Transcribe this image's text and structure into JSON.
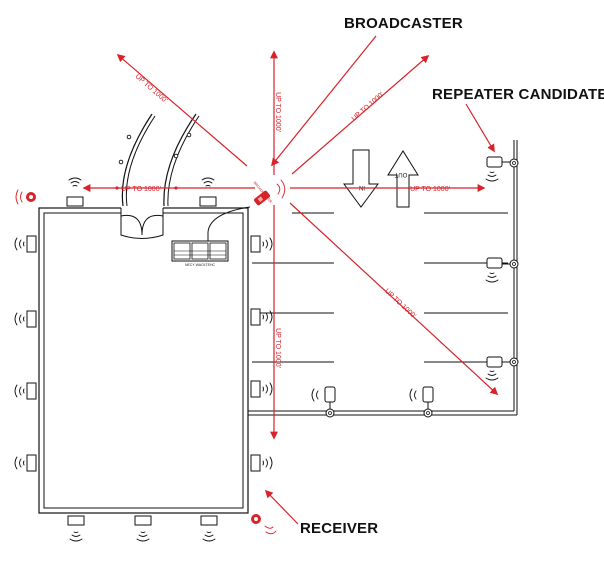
{
  "labels": {
    "broadcaster": "BROADCASTER",
    "repeater": "REPEATER CANDIDATE",
    "receiver": "RECEIVER",
    "broadcaster_tag": "BROADCASTER",
    "panel_caption": "NECY WAOLTEHC",
    "in": "IN",
    "out": "OUT"
  },
  "ranges": {
    "left": "UP TO 1000'",
    "up": "UP TO 1000'",
    "upper_left": "UP TO 1000'",
    "upper_right": "UP TO 1000'",
    "right": "UP TO 1000'",
    "lower_right": "UP TO 1000'",
    "down": "UP TO 1000'"
  },
  "colors": {
    "signal": "#d8232a",
    "outline": "#111111"
  }
}
